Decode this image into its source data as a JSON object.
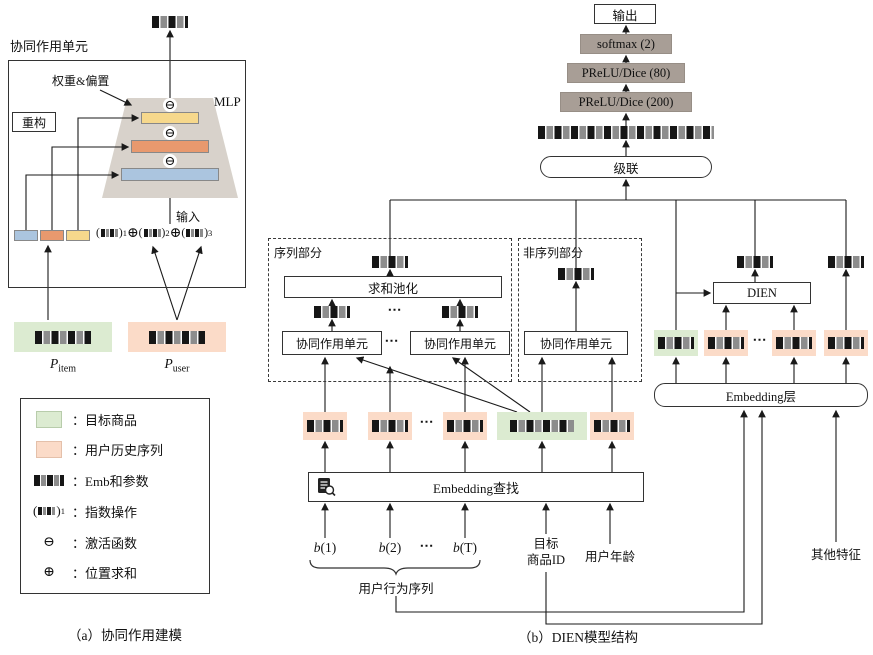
{
  "colors": {
    "green": "#dcebd1",
    "orange": "#fbdbc8",
    "yellowBar": "#f6d88c",
    "orangeBar": "#e8996e",
    "blueBar": "#abc5df",
    "grayBox": "#a89e96",
    "trap": "#d8d2cb"
  },
  "left": {
    "unit_title": "协同作用单元",
    "weights_bias": "权重&偏置",
    "recon_label": "重构",
    "mlp_label": "MLP",
    "input_label": "输入",
    "activation_symbol": "⊖",
    "sum_symbol": "⊕",
    "formula": {
      "open": "(",
      "close": ")",
      "exponents": [
        "1",
        "2",
        "3"
      ]
    },
    "p_item": {
      "base": "P",
      "sub": "item"
    },
    "p_user": {
      "base": "P",
      "sub": "user"
    },
    "legend_colon": "：",
    "legend": [
      {
        "label": "目标商品"
      },
      {
        "label": "用户历史序列"
      },
      {
        "label": "Emb和参数"
      },
      {
        "label": "指数操作"
      },
      {
        "label": "激活函数"
      },
      {
        "label": "位置求和"
      }
    ],
    "caption": "（a）协同作用建模"
  },
  "right": {
    "output_label": "输出",
    "softmax_label": "softmax (2)",
    "prelu80_label": "PReLU/Dice (80)",
    "prelu200_label": "PReLU/Dice (200)",
    "concat_label": "级联",
    "seq_label": "序列部分",
    "nonseq_label": "非序列部分",
    "pool_label": "求和池化",
    "unit_label": "协同作用单元",
    "dien_label": "DIEN",
    "emb_layer_label": "Embedding层",
    "emb_lookup_label": "Embedding查找",
    "dots": "⋯",
    "b_var": "b",
    "b_args": [
      "(1)",
      "(2)",
      "(T)"
    ],
    "target_id_line1": "目标",
    "target_id_line2": "商品ID",
    "age_label": "用户年龄",
    "other_label": "其他特征",
    "behavior_label": "用户行为序列",
    "caption": "（b）DIEN模型结构"
  }
}
